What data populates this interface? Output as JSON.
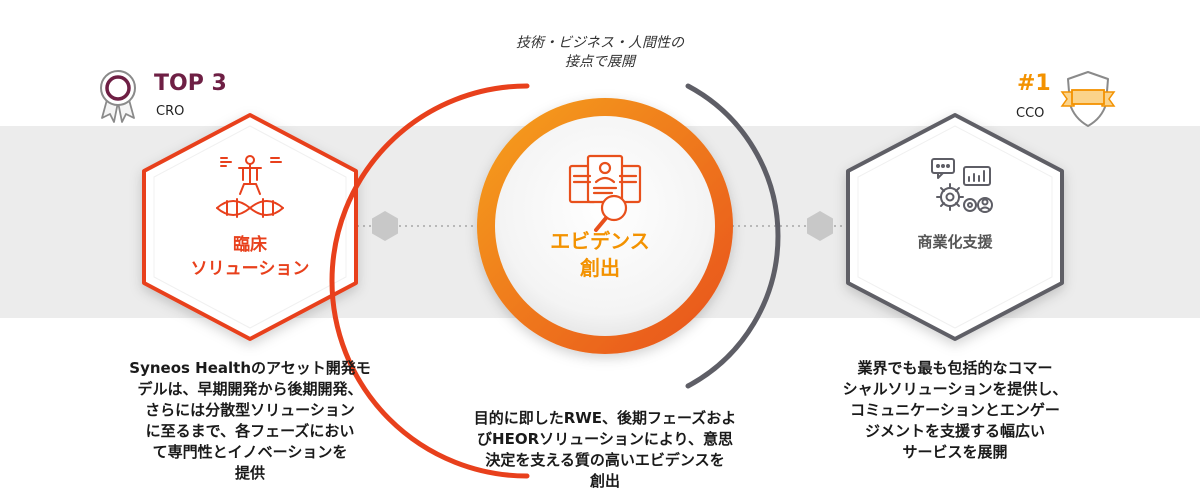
{
  "tagline": "技術・ビジネス・人間性の\n接点で展開",
  "colors": {
    "accent_red": "#e8401c",
    "accent_orange": "#f39200",
    "rank_maroon": "#6e1f44",
    "gray_dark": "#5e5e66",
    "band": "#ececec"
  },
  "left": {
    "rank": "TOP 3",
    "rank_sub": "CRO",
    "badge_icon": "award-ribbon-icon",
    "hex_icon": "clinical-dna-person-icon",
    "label": "臨床\nソリューション",
    "description": "Syneos Healthのアセット開発モ\nデルは、早期開発から後期開発、\nさらには分散型ソリューション\nに至るまで、各フェーズにおい\nて専門性とイノベーションを\n提供"
  },
  "center": {
    "hex_icon": "evidence-documents-magnifier-icon",
    "label": "エビデンス\n創出",
    "description": "目的に即したRWE、後期フェーズおよ\nびHEORソリューションにより、意思\n決定を支える質の高いエビデンスを\n創出"
  },
  "right": {
    "rank": "#1",
    "rank_sub": "CCO",
    "badge_icon": "shield-banner-icon",
    "hex_icon": "commercial-gears-chat-icon",
    "label": "商業化支援",
    "description": "業界でも最も包括的なコマー\nシャルソリューションを提供し、\nコミュニケーションとエンゲー\nジメントを支援する幅広い\nサービスを展開"
  }
}
